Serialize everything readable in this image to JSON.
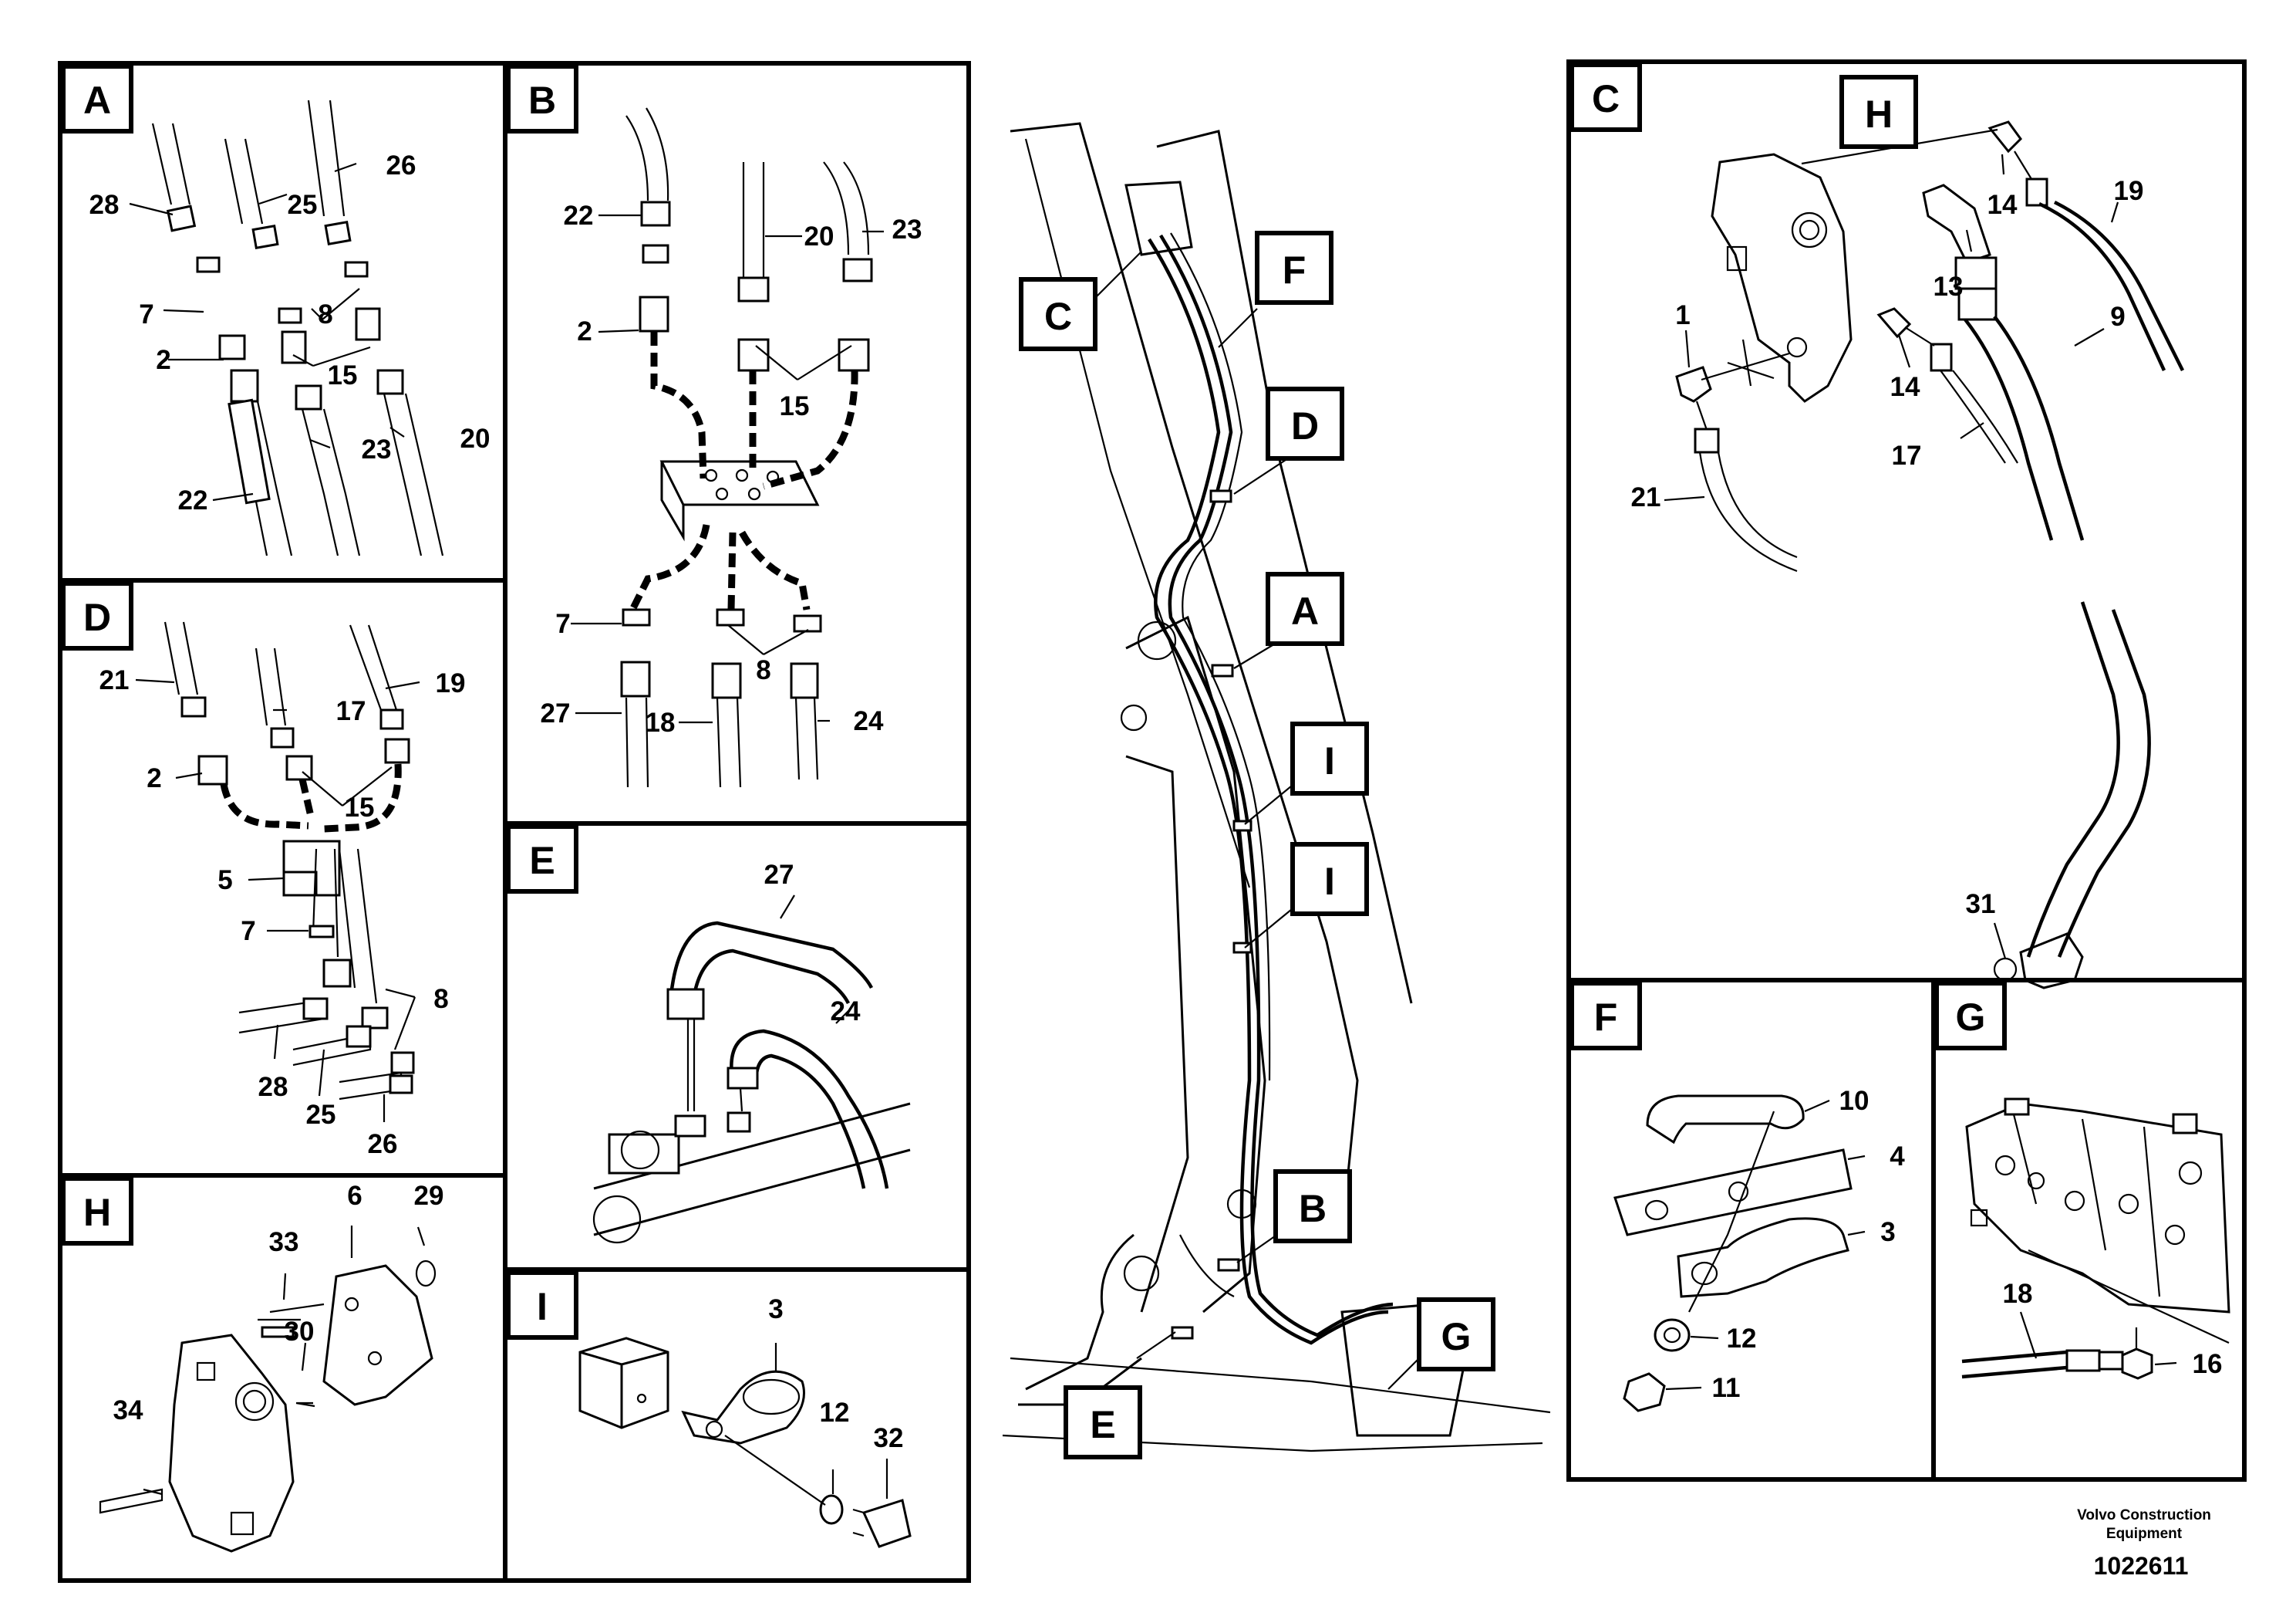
{
  "panels": {
    "A": {
      "title": "A",
      "parts": [
        "28",
        "25",
        "26",
        "7",
        "8",
        "2",
        "15",
        "23",
        "20",
        "22"
      ]
    },
    "B": {
      "title": "B",
      "parts": [
        "22",
        "20",
        "23",
        "2",
        "15",
        "7",
        "8",
        "27",
        "18",
        "24"
      ]
    },
    "C": {
      "title": "C",
      "parts": [
        "H",
        "14",
        "19",
        "13",
        "1",
        "9",
        "14",
        "17",
        "21",
        "31"
      ]
    },
    "D": {
      "title": "D",
      "parts": [
        "21",
        "17",
        "19",
        "2",
        "15",
        "5",
        "7",
        "8",
        "28",
        "25",
        "26"
      ]
    },
    "E": {
      "title": "E",
      "parts": [
        "27",
        "24"
      ]
    },
    "F": {
      "title": "F",
      "parts": [
        "10",
        "4",
        "3",
        "12",
        "11"
      ]
    },
    "G": {
      "title": "G",
      "parts": [
        "18",
        "16"
      ]
    },
    "H": {
      "title": "H",
      "parts": [
        "33",
        "6",
        "29",
        "30",
        "34"
      ]
    },
    "I": {
      "title": "I",
      "parts": [
        "3",
        "12",
        "32"
      ]
    }
  },
  "overview_callouts": [
    "C",
    "F",
    "D",
    "A",
    "I",
    "I",
    "B",
    "E",
    "G"
  ],
  "footer": {
    "company_line1": "Volvo Construction",
    "company_line2": "Equipment",
    "drawing_number": "1022611"
  }
}
